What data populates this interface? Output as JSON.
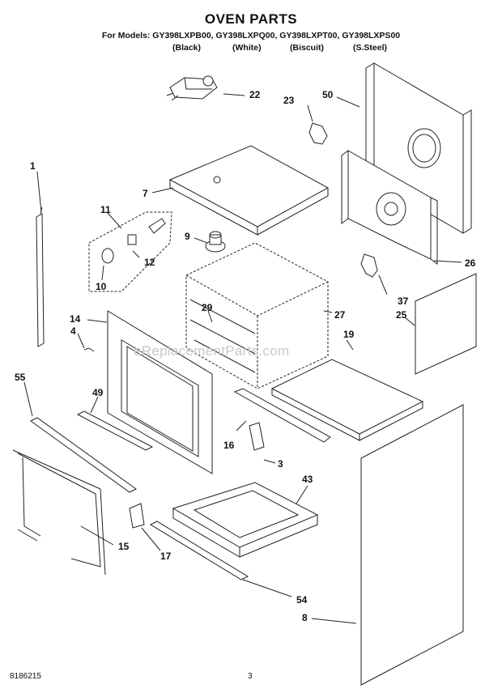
{
  "header": {
    "title": "OVEN PARTS",
    "models": "For Models: GY398LXPB00, GY398LXPQ00, GY398LXPT00, GY398LXPS00",
    "finishes": [
      "(Black)",
      "(White)",
      "(Biscuit)",
      "(S.Steel)"
    ]
  },
  "footer": {
    "doc_number": "8186215",
    "page_number": "3"
  },
  "watermark": "eReplacementParts.com",
  "callouts": [
    "1",
    "3",
    "4",
    "7",
    "8",
    "9",
    "10",
    "11",
    "12",
    "14",
    "15",
    "16",
    "17",
    "19",
    "22",
    "23",
    "25",
    "26",
    "27",
    "29",
    "37",
    "43",
    "49",
    "50",
    "54",
    "55"
  ]
}
